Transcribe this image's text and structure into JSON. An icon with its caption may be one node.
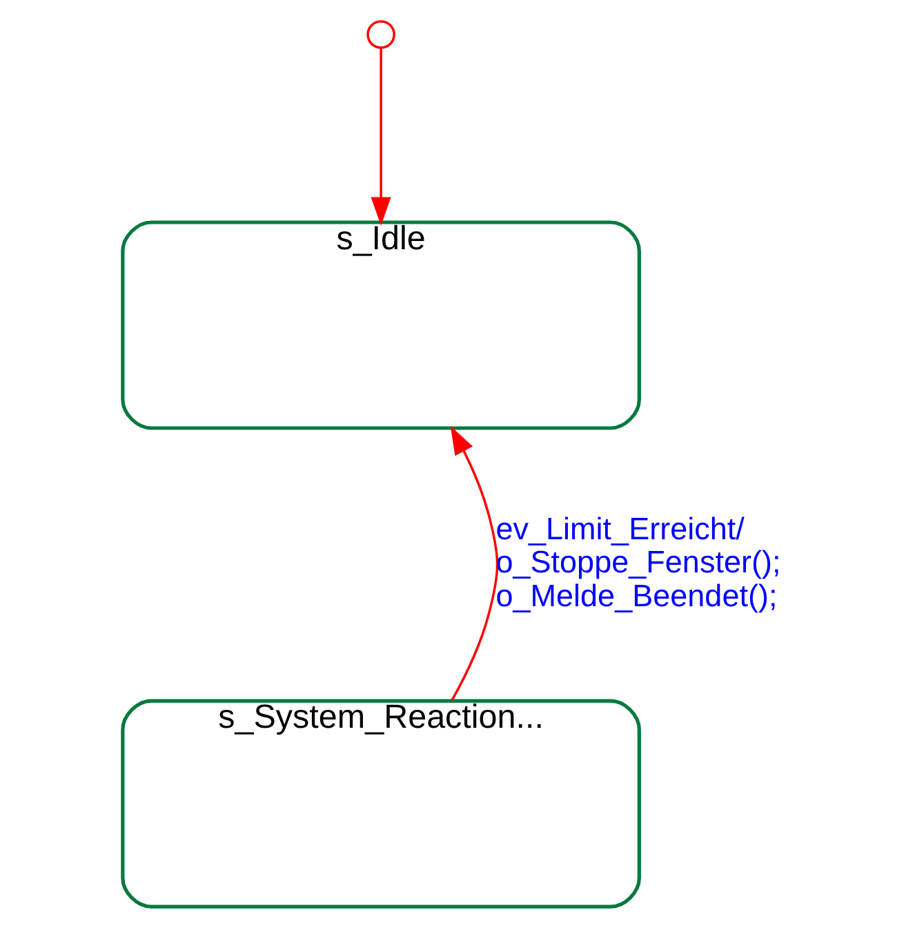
{
  "diagram": {
    "nodes": [
      {
        "text": [],
        "shape": "circle"
      },
      {
        "text": [
          "s_Idle"
        ]
      },
      {
        "text": [
          "s_System_Reaction..."
        ]
      }
    ],
    "edges": [
      {
        "from": 0,
        "to": 1,
        "arrow": "to"
      },
      {
        "from": 2,
        "to": 1,
        "arrow": "to",
        "label": "ev_Limit_Erreicht/ o_Stoppe_Fenster(); o_Melde_Beendet();"
      }
    ]
  }
}
